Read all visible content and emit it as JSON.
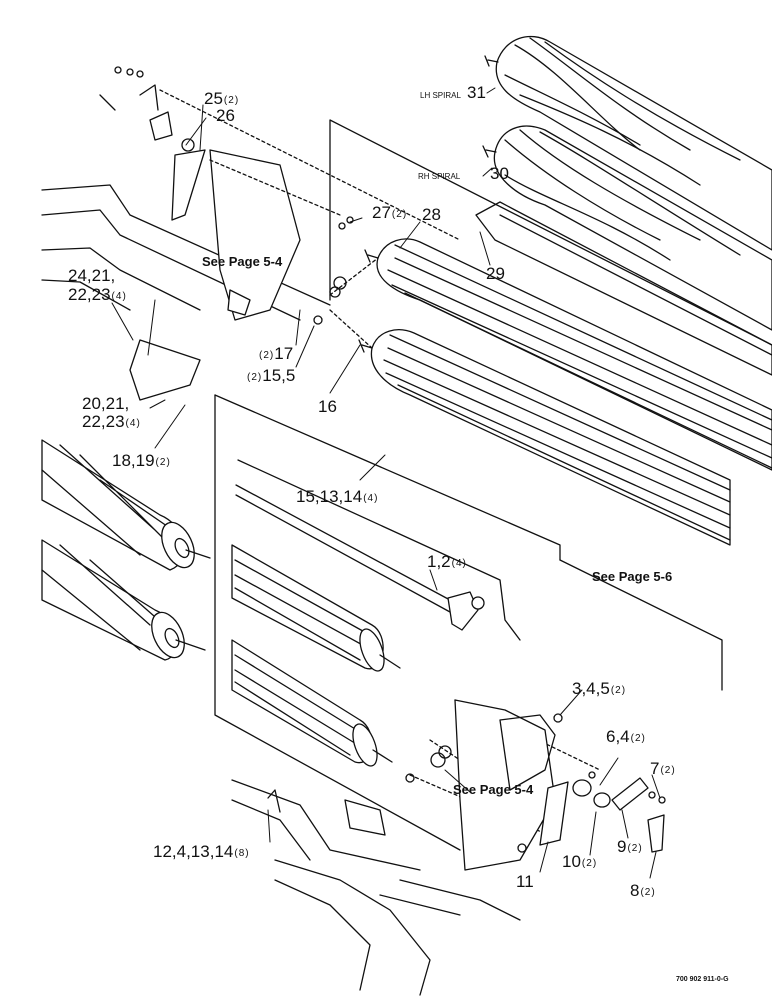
{
  "callouts": [
    {
      "id": "c25",
      "text": "25",
      "qty": "(2)"
    },
    {
      "id": "c26",
      "text": "26",
      "qty": ""
    },
    {
      "id": "c27",
      "text": "27",
      "qty": "(2)"
    },
    {
      "id": "c28",
      "text": "28",
      "qty": ""
    },
    {
      "id": "c29",
      "text": "29",
      "qty": ""
    },
    {
      "id": "c30",
      "text": "30",
      "qty": ""
    },
    {
      "id": "c31",
      "text": "31",
      "qty": ""
    },
    {
      "id": "c24a",
      "text": "24,21,",
      "qty": ""
    },
    {
      "id": "c24b",
      "text": "22,23",
      "qty": "(4)"
    },
    {
      "id": "c17",
      "text": "17",
      "qty": "(2)"
    },
    {
      "id": "c155",
      "text": "15,5",
      "qty": "(2)"
    },
    {
      "id": "c20a",
      "text": "20,21,",
      "qty": ""
    },
    {
      "id": "c20b",
      "text": "22,23",
      "qty": "(4)"
    },
    {
      "id": "c16",
      "text": "16",
      "qty": ""
    },
    {
      "id": "c18",
      "text": "18,19",
      "qty": "(2)"
    },
    {
      "id": "c151314",
      "text": "15,13,14",
      "qty": "(4)"
    },
    {
      "id": "c12",
      "text": "1,2",
      "qty": "(4)"
    },
    {
      "id": "c345",
      "text": "3,4,5",
      "qty": "(2)"
    },
    {
      "id": "c64",
      "text": "6,4",
      "qty": "(2)"
    },
    {
      "id": "c7",
      "text": "7",
      "qty": "(2)"
    },
    {
      "id": "c9",
      "text": "9",
      "qty": "(2)"
    },
    {
      "id": "c10",
      "text": "10",
      "qty": "(2)"
    },
    {
      "id": "c11",
      "text": "11",
      "qty": ""
    },
    {
      "id": "c8",
      "text": "8",
      "qty": "(2)"
    },
    {
      "id": "c12413",
      "text": "12,4,13,14",
      "qty": "(8)"
    }
  ],
  "references": {
    "see_page_5_4_top": "See Page 5-4",
    "see_page_5_6": "See Page 5-6",
    "see_page_5_4_bottom": "See Page 5-4"
  },
  "spiral_labels": {
    "lh": "LH SPIRAL",
    "rh": "RH SPIRAL"
  },
  "drawing_number": "700 902 911-0-G"
}
